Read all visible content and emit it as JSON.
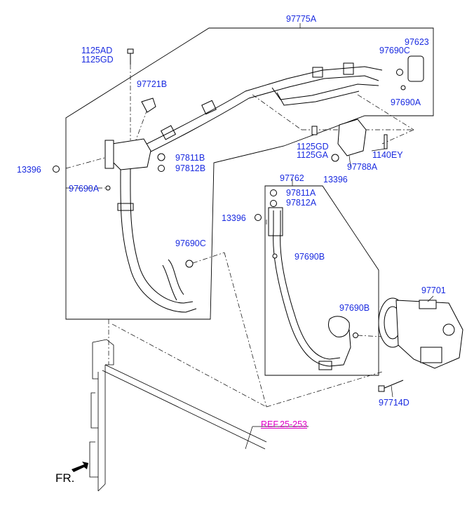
{
  "colors": {
    "label": "#1a2be0",
    "reference": "#e000c8",
    "line": "#000000"
  },
  "labels": {
    "assy_main": "97775A",
    "bolt_top_1": "1125AD",
    "bolt_top_2": "1125GD",
    "valve_97623": "97623",
    "oring_97690c_top": "97690C",
    "oring_97690a_right": "97690A",
    "clip_97721b": "97721B",
    "cap_97811b": "97811B",
    "core_97812b": "97812B",
    "nut_13396_left": "13396",
    "oring_97690a_left": "97690A",
    "bolt_mid_1": "1125GD",
    "bolt_mid_2": "1125GA",
    "bolt_1140ey": "1140EY",
    "bracket_97788a": "97788A",
    "nut_13396_mid": "13396",
    "assy_97762": "97762",
    "cap_97811a": "97811A",
    "core_97812a": "97812A",
    "nut_13396_lower": "13396",
    "oring_97690b_mid": "97690B",
    "oring_97690c_mid": "97690C",
    "oring_97690b_right": "97690B",
    "compressor_97701": "97701",
    "bolt_97714d": "97714D",
    "ref_link": "REF.25-253",
    "front_arrow": "FR."
  }
}
